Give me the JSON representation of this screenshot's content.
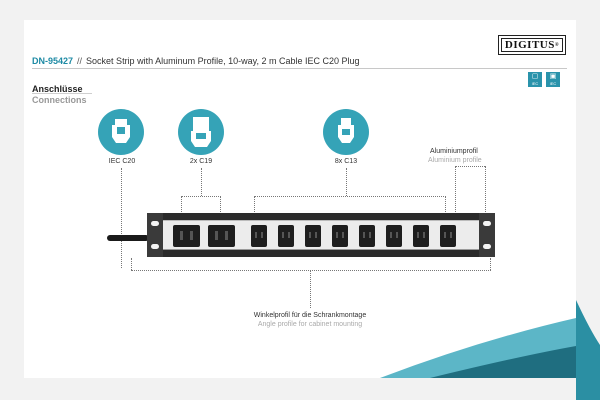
{
  "header": {
    "brand_logo": "DIGITUS",
    "model": "DN-95427",
    "separator": "//",
    "product_title": "Socket Strip with Aluminum Profile, 10-way, 2 m Cable IEC C20 Plug"
  },
  "badges": [
    {
      "icon": "plug-icon",
      "text": "IEC C13"
    },
    {
      "icon": "socket-icon",
      "text": "IEC C14"
    }
  ],
  "section": {
    "title_de": "Anschlüsse",
    "title_en": "Connections"
  },
  "connectors": [
    {
      "label": "IEC C20"
    },
    {
      "label": "2x C19"
    },
    {
      "label": "8x C13"
    }
  ],
  "profile": {
    "label_de": "Aluminiumprofil",
    "label_en": "Aluminium profile"
  },
  "mounting": {
    "label_de": "Winkelprofil für die Schrankmontage",
    "label_en": "Angle profile for cabinet mounting"
  },
  "colors": {
    "accent": "#35a3b7",
    "model": "#1d8aa4",
    "wave_dark": "#1f6e80",
    "wave_light": "#3fa9bd"
  }
}
